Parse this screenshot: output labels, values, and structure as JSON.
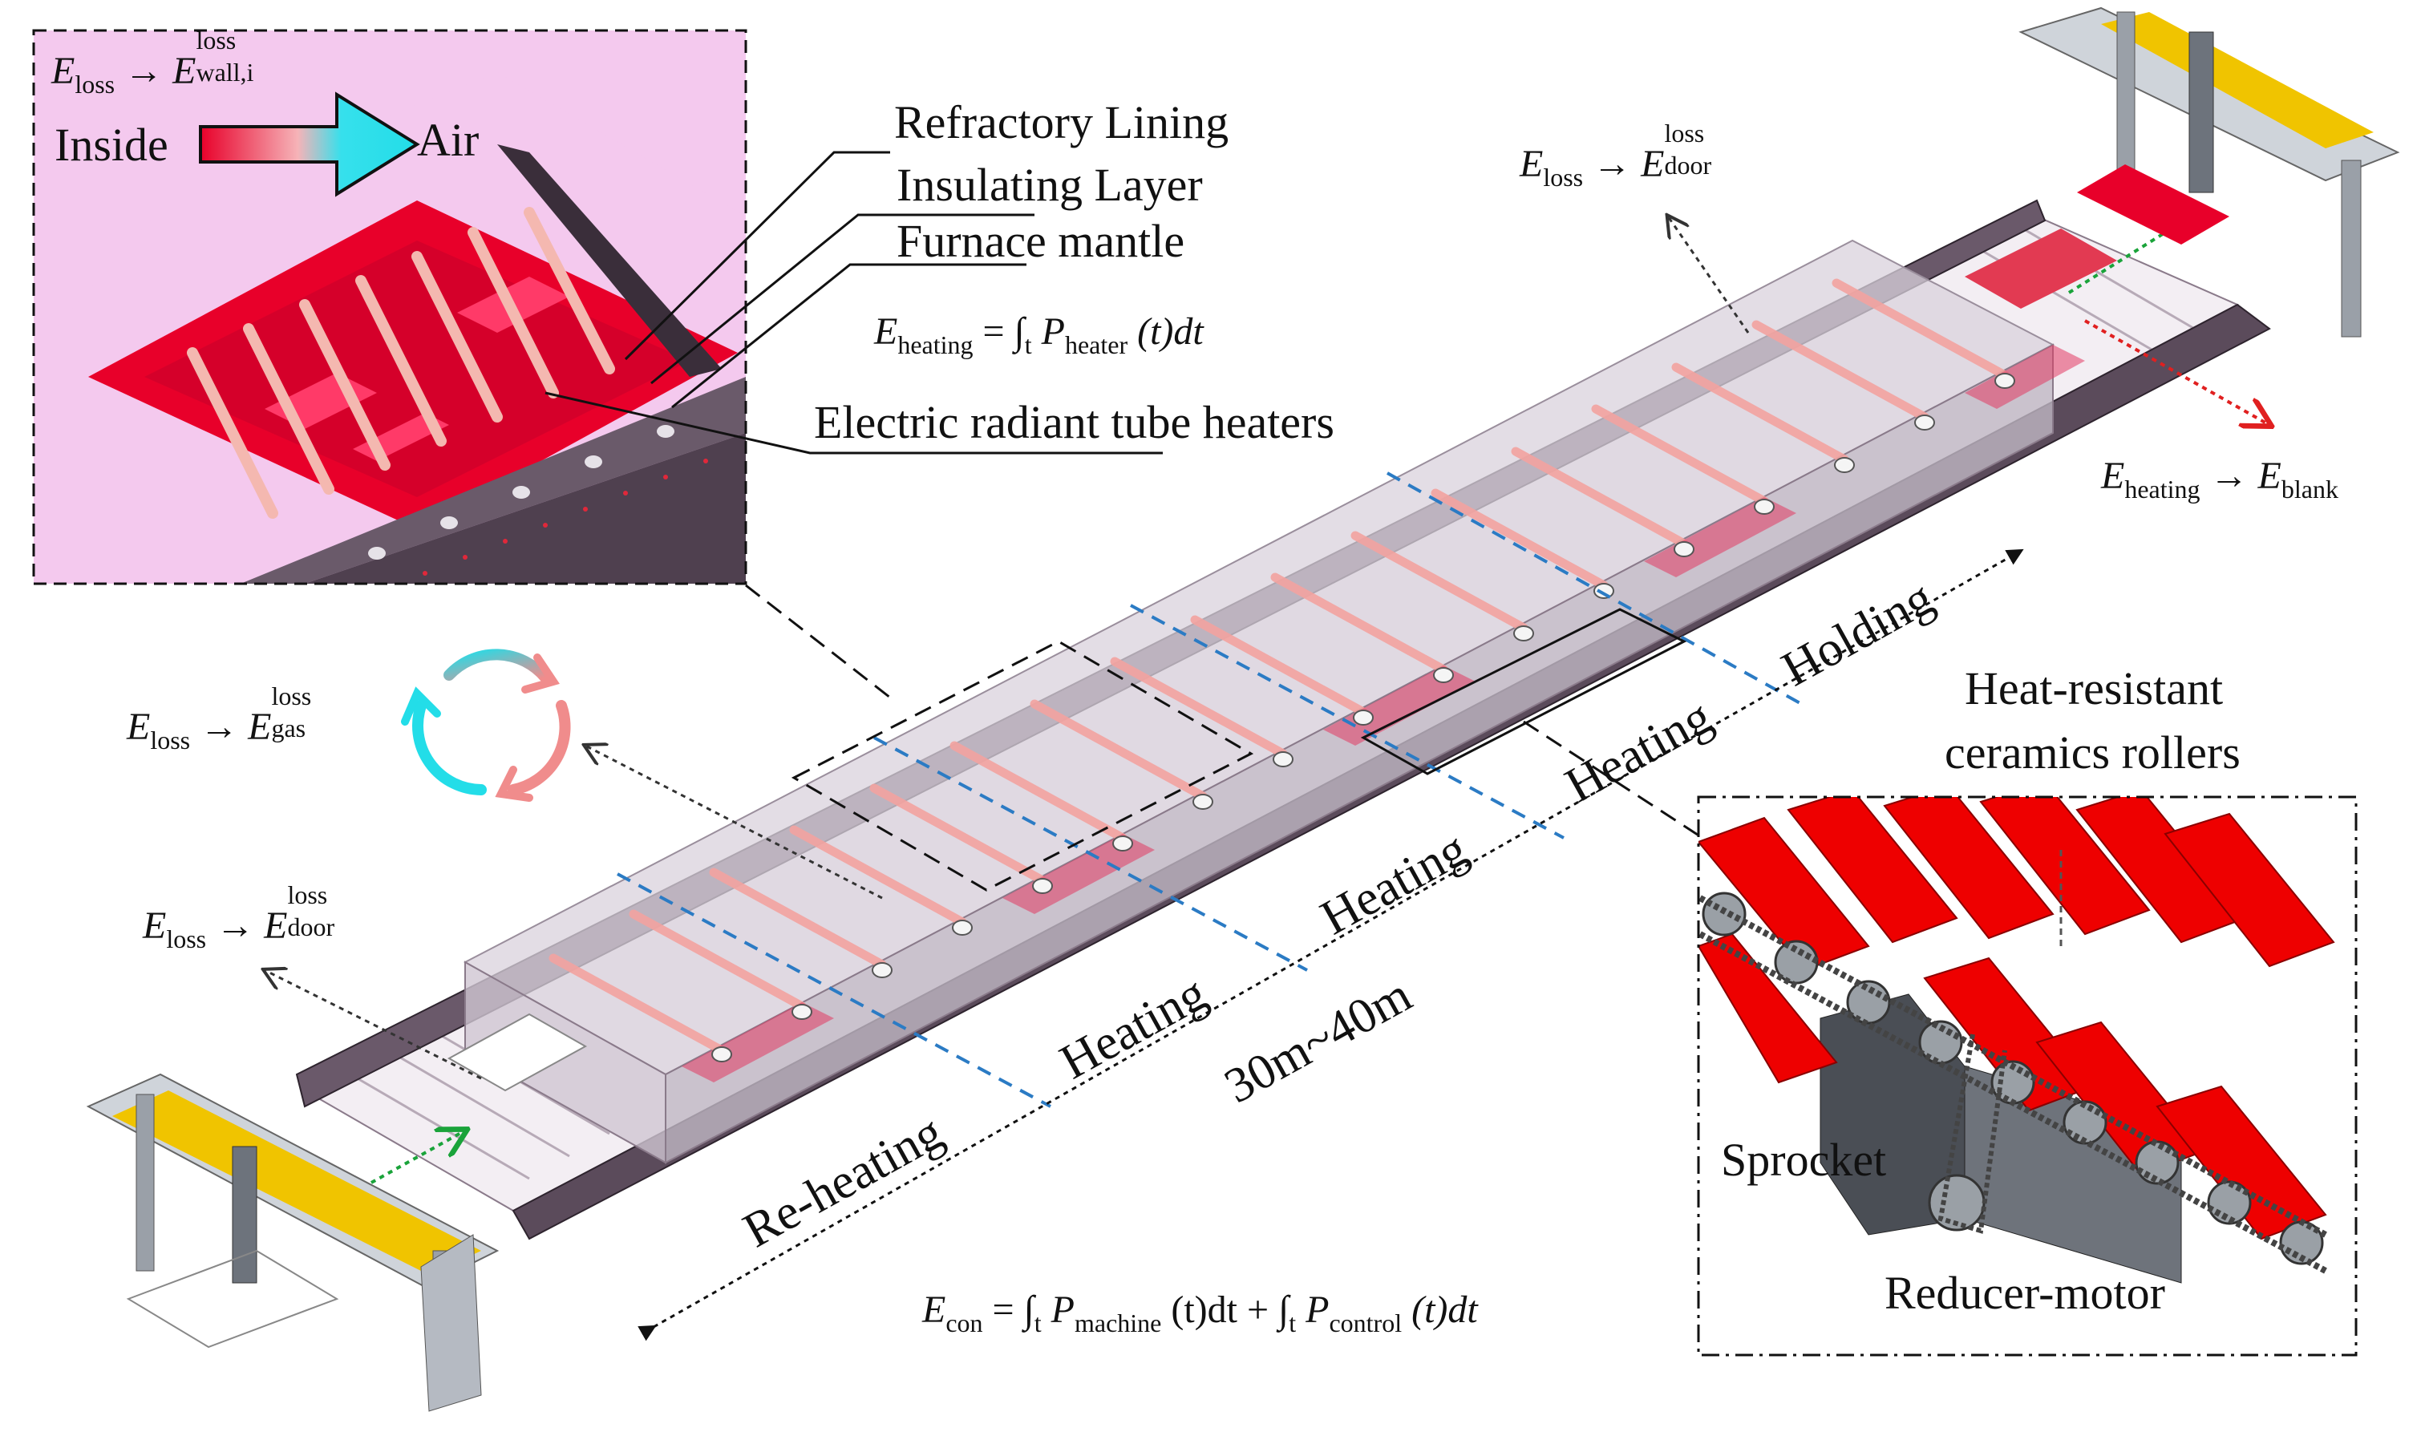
{
  "labels": {
    "refractory_lining": "Refractory Lining",
    "insulating_layer": "Insulating Layer",
    "furnace_mantle": "Furnace mantle",
    "electric_heaters": "Electric radiant tube heaters",
    "heat_resistant_line1": "Heat-resistant",
    "heat_resistant_line2": "ceramics rollers",
    "sprocket": "Sprocket",
    "reducer_motor": "Reducer-motor",
    "inside": "Inside",
    "air": "Air",
    "length": "30m~40m"
  },
  "stages": [
    "Re-heating",
    "Heating",
    "Heating",
    "Heating",
    "Holding"
  ],
  "equations": {
    "wall": {
      "E": "E",
      "sub": "loss",
      "arrow": "→",
      "E2": "E",
      "sup": "loss",
      "sub2": "wall,i"
    },
    "door_top": {
      "E": "E",
      "sub": "loss",
      "arrow": "→",
      "E2": "E",
      "sup": "loss",
      "sub2": "door"
    },
    "gas": {
      "E": "E",
      "sub": "loss",
      "arrow": "→",
      "E2": "E",
      "sup": "loss",
      "sub2": "gas"
    },
    "door_bottom": {
      "E": "E",
      "sub": "loss",
      "arrow": "→",
      "E2": "E",
      "sup": "loss",
      "sub2": "door"
    },
    "blank": {
      "E": "E",
      "sub": "heating",
      "arrow": "→",
      "E2": "E",
      "sub2": "blank"
    },
    "heating": {
      "lhs": "E",
      "lhs_sub": "heating",
      "eq": "= ∫",
      "int_sub": "t",
      "P": "P",
      "P_sub": "heater",
      "tail": "(t)dt"
    },
    "con": {
      "lhs": "E",
      "lhs_sub": "con",
      "eq": "= ∫",
      "int_sub": "t",
      "P1": "P",
      "P1_sub": "machine",
      "mid": "(t)dt + ∫",
      "int_sub2": "t",
      "P2": "P",
      "P2_sub": "control",
      "tail": "(t)dt"
    }
  },
  "colors": {
    "heater_red": "#e8002a",
    "tube_pink": "#f3a3a0",
    "wall_pink": "#f4c9ee",
    "frame_purple": "#5b4b5b",
    "roller_red": "#ee0000",
    "rail_yellow": "#f0c400",
    "dash_blue": "#2b7bc4",
    "arrow_green": "#1aa33a",
    "arrow_red": "#e02020",
    "arrow_cyan": "#23dde8",
    "arrow_pink": "#f08c8c"
  }
}
